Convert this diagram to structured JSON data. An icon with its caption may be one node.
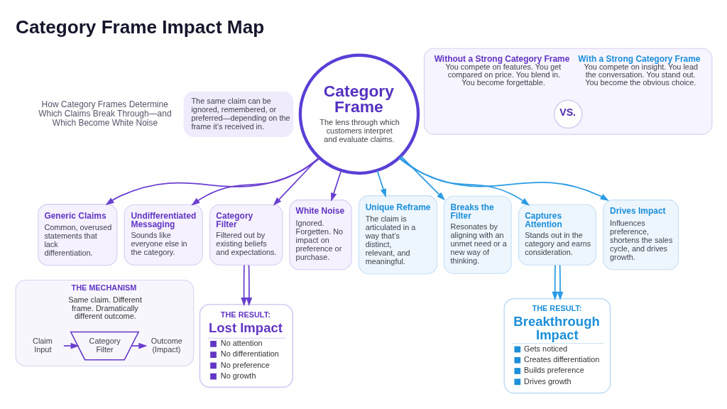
{
  "diagram": {
    "title": "Category Frame Impact Map",
    "nodes": [
      {
        "text": [
          "Category Frame",
          "The lens through which customers interpret and evaluate claims."
        ]
      },
      {
        "text": [
          "Generic Claims",
          "Common, overused statements that lack differentiation."
        ]
      },
      {
        "text": [
          "Undifferentiated Messaging",
          "Sounds like everyone else in the category."
        ]
      },
      {
        "text": [
          "Category Filter",
          "Filtered out by existing beliefs and expectations."
        ]
      },
      {
        "text": [
          "White Noise",
          "Ignored. Forgetten. No impact on preference or purchase."
        ]
      },
      {
        "text": [
          "Unique Reframe",
          "The claim is articulated in a way that’s distinct, relevant, and meaningful."
        ]
      },
      {
        "text": [
          "Breaks the Filter",
          "Resonates by aligning with an unmet need or a new way of thinking."
        ]
      },
      {
        "text": [
          "Captures Attention",
          "Stands out in the category and earns consideration."
        ]
      },
      {
        "text": [
          "Drives Impact",
          "Influences preference, shortens the sales cycle, and drives growth."
        ]
      },
      {
        "text": [
          "THE RESULT:",
          "Lost Impact",
          "No attention",
          "No differentiation",
          "No preference",
          "No growth"
        ]
      },
      {
        "text": [
          "THE RESULT:",
          "Breakthrough Impact",
          "Gets noticed",
          "Creates differentiation",
          "Builds preference",
          "Drives growth"
        ]
      },
      {
        "text": [
          "The same claim can be ignored, remembered, or preferred—depending on the frame it’s received in."
        ]
      },
      {
        "text": [
          "THE MECHANISM",
          "Same claim. Different frame. Dramatically different outcome."
        ]
      },
      {
        "text": [
          "Claim Input"
        ],
        "in": 12
      },
      {
        "text": [
          "Category",
          "Filter"
        ],
        "in": 12
      },
      {
        "text": [
          "Outcome (Impact)"
        ],
        "in": 12
      },
      {
        "text": [
          "Without a Strong Category Frame",
          "You compete on features. You get compared on price. You blend in. You become forgettable.",
          "With a Strong Category Frame",
          "You compete on insight. You lead the conversation. You stand out. You become the obvious choice."
        ]
      },
      {
        "text": [
          "VS."
        ],
        "in": 16
      }
    ],
    "edges": [
      {
        "from": 0,
        "to": 1,
        "arrow": "to"
      },
      {
        "from": 0,
        "to": 2,
        "arrow": "to"
      },
      {
        "from": 0,
        "to": 3,
        "arrow": "to"
      },
      {
        "from": 0,
        "to": 4,
        "arrow": "to"
      },
      {
        "from": 0,
        "to": 5,
        "arrow": "to",
        "color": "#2a9be4"
      },
      {
        "from": 0,
        "to": 6,
        "arrow": "to",
        "color": "#2a9be4"
      },
      {
        "from": 0,
        "to": 7,
        "arrow": "to",
        "color": "#2a9be4"
      },
      {
        "from": 0,
        "to": 8,
        "arrow": "to",
        "color": "#2a9be4"
      },
      {
        "from": 3,
        "to": 9,
        "arrow": "to"
      },
      {
        "from": 3,
        "to": 9,
        "arrow": "to"
      },
      {
        "from": 7,
        "to": 10,
        "arrow": "to",
        "color": "#2a9be4"
      },
      {
        "from": 7,
        "to": 10,
        "arrow": "to",
        "color": "#2a9be4"
      },
      {
        "from": 13,
        "to": 14,
        "arrow": "to"
      },
      {
        "from": 14,
        "to": 15,
        "arrow": "to"
      }
    ],
    "labels": [
      "How Category Frames Determine Which Claims Break Through—and Which Become White Noise"
    ]
  }
}
